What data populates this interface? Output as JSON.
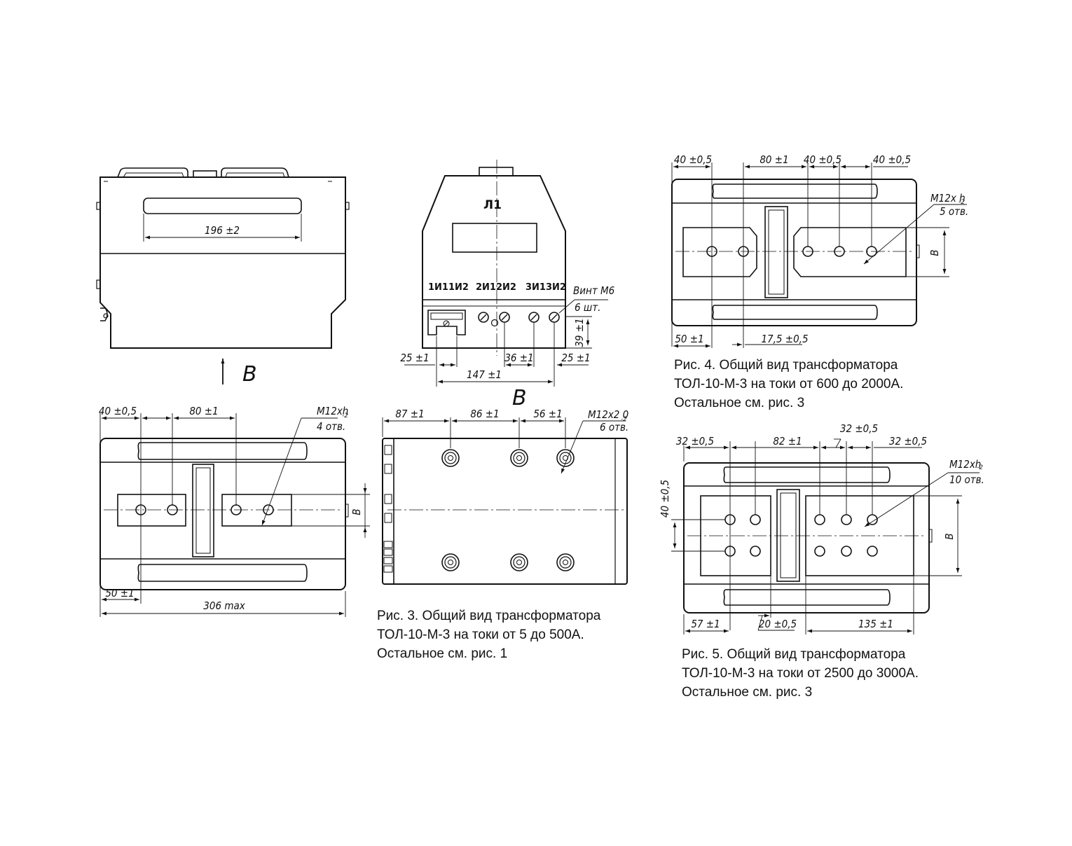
{
  "figures": {
    "fig1": {
      "dim_196": "196 ±2",
      "view_b": "В",
      "dim_40": "40 ±0,5",
      "dim_80": "80 ±1",
      "thread": "M12xh",
      "thread_tol": "-2",
      "holes": "4 отв.",
      "b_side": "В",
      "dim_50": "50 ±1",
      "dim_306": "306  max"
    },
    "fig2": {
      "mark_l1": "Л1",
      "terminals": [
        "1И1",
        "1И2",
        "2И1",
        "2И2",
        "3И1",
        "3И2"
      ],
      "screw": "Винт М6",
      "screw_qty": "6 шт.",
      "dim_39": "39 ±1",
      "dim_25_left": "25 ±1",
      "dim_36": "36 ±1",
      "dim_25_right": "25 ±1",
      "dim_147": "147 ±1",
      "view_b": "В"
    },
    "fig3": {
      "dim_87": "87  ±1",
      "dim_86": "86  ±1",
      "dim_56": "56  ±1",
      "thread": "M12x2 0",
      "thread_tol": "-2",
      "holes": "6 отв.",
      "caption": [
        "Рис. 3. Общий вид трансформатора",
        "ТОЛ-10-М-3 на токи от 5 до 500А.",
        "Остальное см. рис. 1"
      ]
    },
    "fig4": {
      "dim_40a": "40 ±0,5",
      "dim_80": "80 ±1",
      "dim_40b": "40 ±0,5",
      "dim_40c": "40 ±0,5",
      "thread": "M12x h",
      "thread_tol": "-2",
      "holes": "5 отв.",
      "b_side": "В",
      "dim_50": "50 ±1",
      "dim_17": "17,5 ±0,5",
      "caption": [
        "Рис. 4. Общий вид трансформатора",
        "ТОЛ-10-М-3 на токи от 600 до 2000А.",
        "Остальное см. рис. 3"
      ]
    },
    "fig5": {
      "dim_32a": "32 ±0,5",
      "dim_82": "82 ±1",
      "dim_32b": "32 ±0,5",
      "dim_32c": "32 ±0,5",
      "thread": "M12xh",
      "thread_tol": "-2",
      "holes": "10 отв.",
      "dim_40v": "40 ±0,5",
      "b_side": "В",
      "dim_57": "57 ±1",
      "dim_20": "20 ±0,5",
      "dim_135": "135 ±1",
      "caption": [
        "Рис. 5. Общий вид трансформатора",
        "ТОЛ-10-М-3 на токи от 2500 до 3000А.",
        "Остальное см. рис. 3"
      ]
    }
  }
}
